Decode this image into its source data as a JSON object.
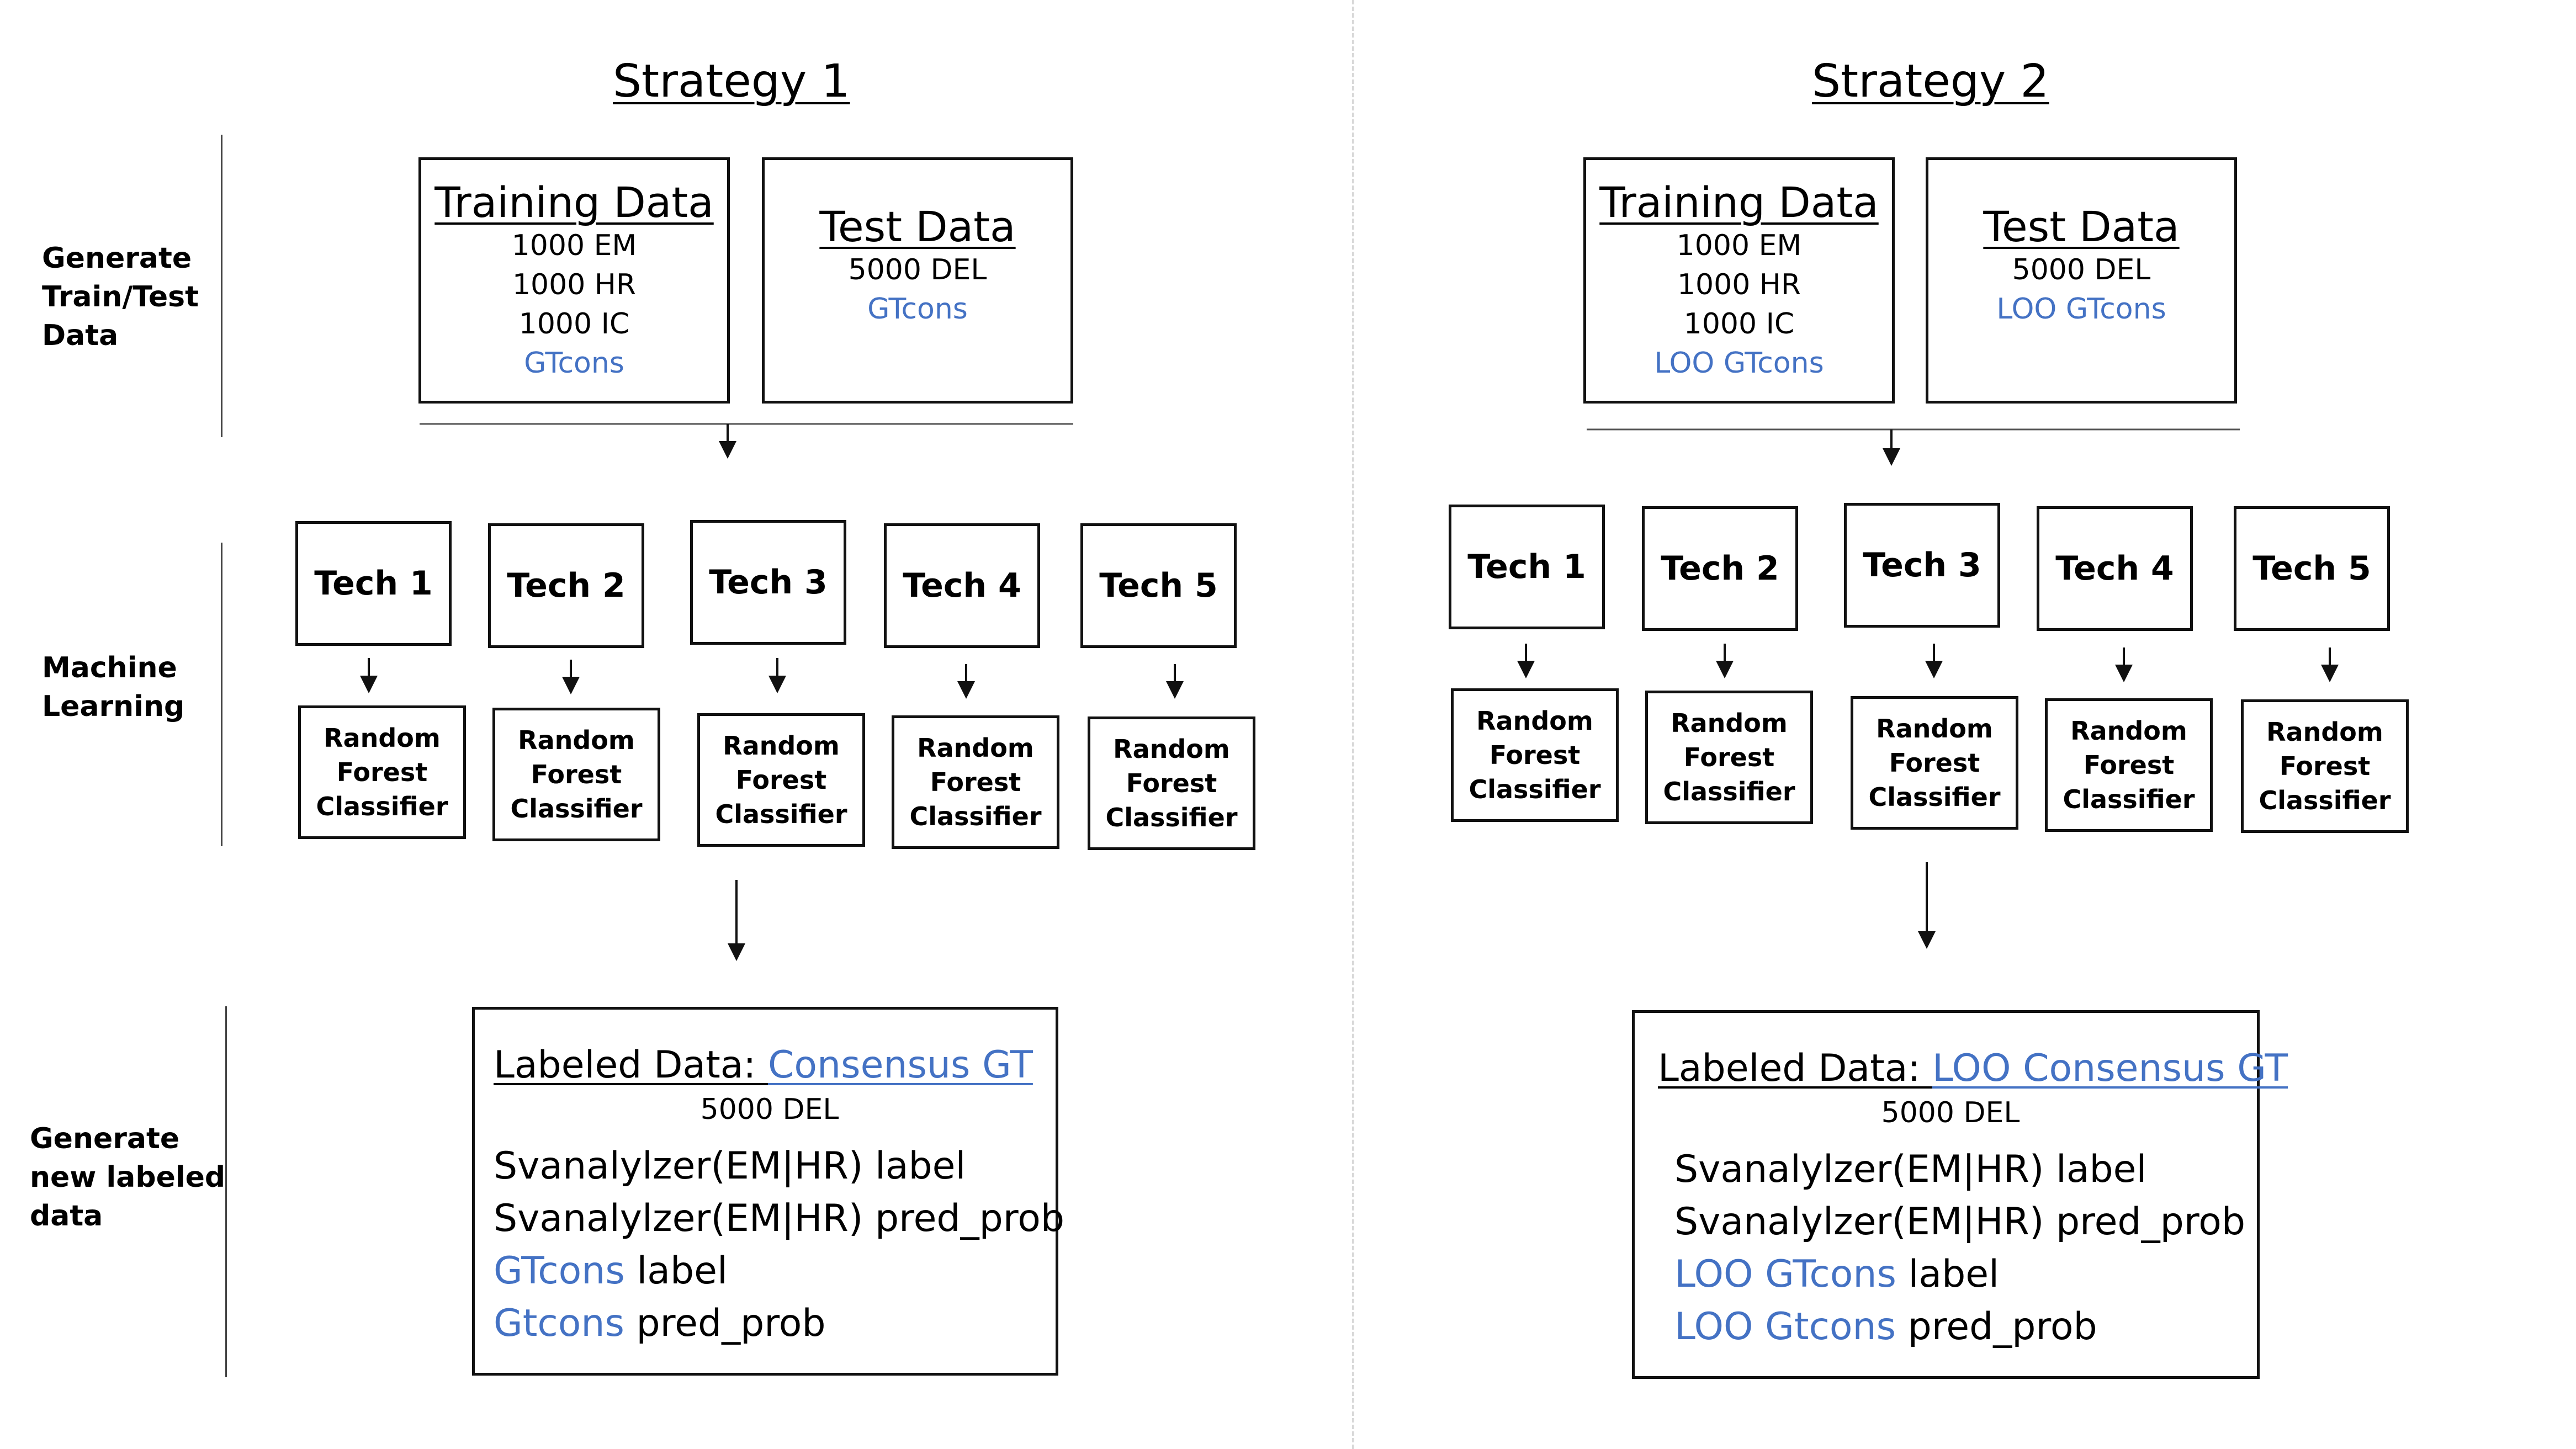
{
  "strategies": [
    {
      "title": "Strategy 1",
      "training": {
        "title": "Training Data",
        "lines": [
          "1000 EM",
          "1000 HR",
          "1000 IC"
        ],
        "blue_line": "GTcons"
      },
      "test": {
        "title": "Test Data",
        "line": "5000 DEL",
        "blue_line": "GTcons"
      },
      "techs": [
        "Tech 1",
        "Tech 2",
        "Tech 3",
        "Tech 4",
        "Tech 5"
      ],
      "classifier_lines": [
        "Random",
        "Forest",
        "Classifier"
      ],
      "labeled": {
        "prefix": "Labeled Data: ",
        "highlight": "Consensus GT",
        "subtitle": "5000 DEL",
        "line1": "Svanalylzer(EM|HR) label",
        "line2": "Svanalylzer(EM|HR) pred_prob",
        "line3_blue": "GTcons",
        "line3_rest": " label",
        "line4_blue": "Gtcons",
        "line4_rest": " pred_prob"
      }
    },
    {
      "title": "Strategy 2",
      "training": {
        "title": "Training Data",
        "lines": [
          "1000 EM",
          "1000 HR",
          "1000 IC"
        ],
        "blue_line": "LOO GTcons"
      },
      "test": {
        "title": "Test Data",
        "line": "5000 DEL",
        "blue_line": "LOO GTcons"
      },
      "techs": [
        "Tech 1",
        "Tech 2",
        "Tech 3",
        "Tech 4",
        "Tech 5"
      ],
      "classifier_lines": [
        "Random",
        "Forest",
        "Classifier"
      ],
      "labeled": {
        "prefix": "Labeled Data: ",
        "highlight": "LOO Consensus GT",
        "subtitle": "5000 DEL",
        "line1": "Svanalylzer(EM|HR) label",
        "line2": "Svanalylzer(EM|HR) pred_prob",
        "line3_blue": "LOO GTcons",
        "line3_rest": " label",
        "line4_blue": "LOO Gtcons",
        "line4_rest": " pred_prob"
      }
    }
  ],
  "stage_labels": {
    "generate_data": [
      "Generate",
      "Train/Test",
      "Data"
    ],
    "machine_learning": [
      "Machine",
      "Learning"
    ],
    "generate_labeled": [
      "Generate",
      "new labeled",
      "data"
    ]
  },
  "colors": {
    "highlight_blue": "#4472c4",
    "border": "#111111"
  }
}
